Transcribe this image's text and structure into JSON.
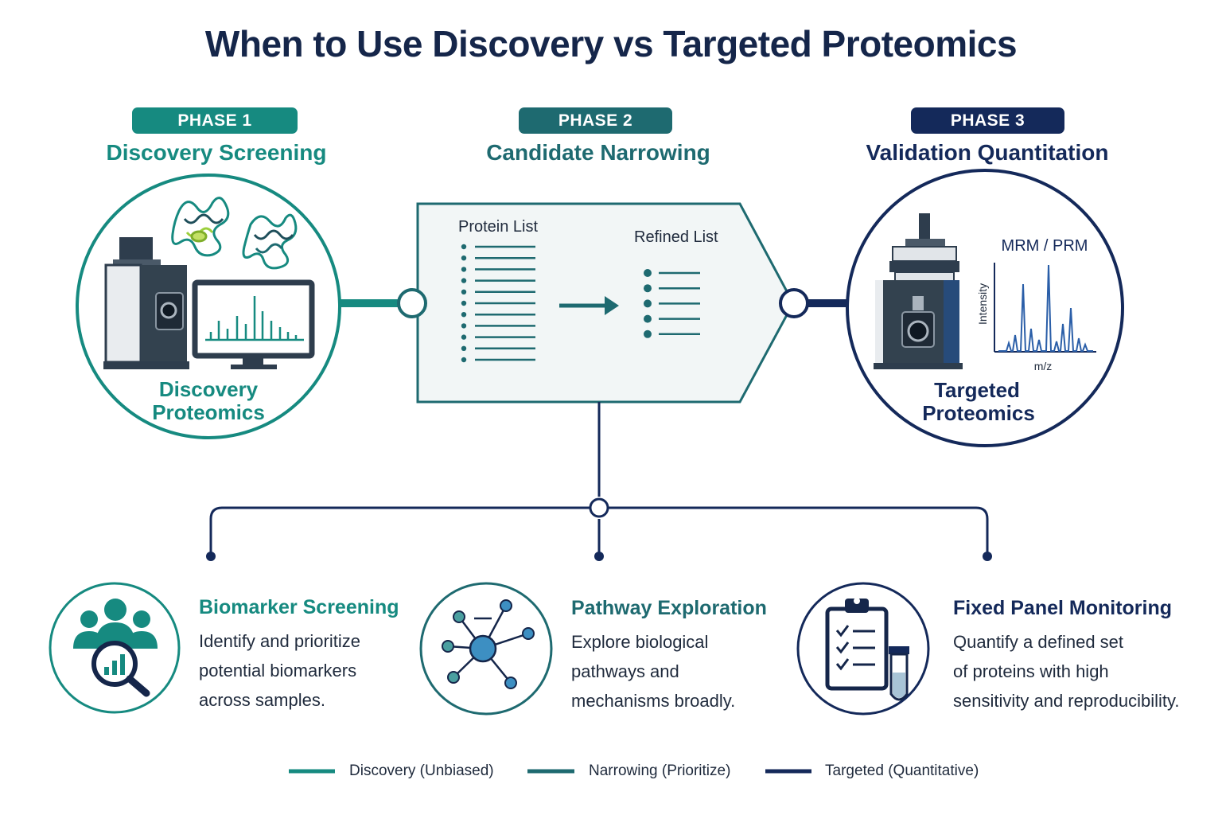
{
  "title": "When to Use Discovery vs Targeted Proteomics",
  "colors": {
    "discovery": "#168a80",
    "narrowing": "#1e6a70",
    "targeted": "#14295a",
    "instrument_dark": "#2e3d4d",
    "panel_bg": "#f2f6f6"
  },
  "phases": [
    {
      "badge": "PHASE 1",
      "title": "Discovery Screening"
    },
    {
      "badge": "PHASE 2",
      "title": "Candidate Narrowing"
    },
    {
      "badge": "PHASE 3",
      "title": "Validation Quantitation"
    }
  ],
  "discovery_circle": {
    "caption_line1": "Discovery",
    "caption_line2": "Proteomics",
    "icons": [
      "protein-structure-icon",
      "mass-spectrometer-icon",
      "monitor-spectrum-icon"
    ]
  },
  "narrowing_panel": {
    "protein_list_label": "Protein List",
    "refined_list_label": "Refined List",
    "protein_list_count": 11,
    "refined_list_count": 5
  },
  "targeted_circle": {
    "chart_title": "MRM / PRM",
    "y_axis_label": "Intensity",
    "x_axis_label": "m/z",
    "caption_line1": "Targeted",
    "caption_line2": "Proteomics",
    "icons": [
      "triple-quad-instrument-icon"
    ]
  },
  "use_cases": [
    {
      "title": "Biomarker Screening",
      "desc_line1": "Identify and prioritize",
      "desc_line2": "potential biomarkers",
      "desc_line3": "across samples.",
      "icon": "people-magnifier-icon"
    },
    {
      "title": "Pathway Exploration",
      "desc_line1": "Explore biological",
      "desc_line2": "pathways and",
      "desc_line3": "mechanisms broadly.",
      "icon": "network-icon"
    },
    {
      "title": "Fixed Panel Monitoring",
      "desc_line1": "Quantify a defined set",
      "desc_line2": "of proteins with high",
      "desc_line3": "sensitivity and reproducibility.",
      "icon": "clipboard-tube-icon"
    }
  ],
  "legend": [
    {
      "label": "Discovery (Unbiased)"
    },
    {
      "label": "Narrowing (Prioritize)"
    },
    {
      "label": "Targeted (Quantitative)"
    }
  ]
}
